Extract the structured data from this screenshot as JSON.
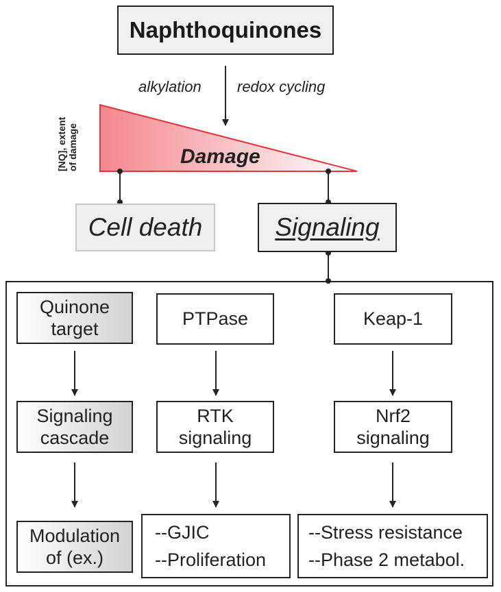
{
  "title": "Naphthoquinones",
  "mechanisms": {
    "left": "alkylation",
    "right": "redox cycling"
  },
  "damage": {
    "label": "Damage",
    "axis_line1": "[NQ], extent",
    "axis_line2": "of damage"
  },
  "outcomes": {
    "death": "Cell death",
    "signaling": "Signaling"
  },
  "rows": {
    "row1": {
      "generic_line1": "Quinone",
      "generic_line2": "target",
      "ptpase": "PTPase",
      "keap": "Keap-1"
    },
    "row2": {
      "generic_line1": "Signaling",
      "generic_line2": "cascade",
      "rtk_line1": "RTK",
      "rtk_line2": "signaling",
      "nrf_line1": "Nrf2",
      "nrf_line2": "signaling"
    },
    "row3": {
      "generic_line1": "Modulation",
      "generic_line2": "of (ex.)",
      "rtk_items": [
        "--GJIC",
        "--Proliferation"
      ],
      "nrf_items": [
        "--Stress resistance",
        "--Phase 2 metabol."
      ]
    }
  },
  "colors": {
    "damage_fill_start": "#f4878f",
    "damage_fill_end": "#ffffff",
    "damage_stroke": "#e8323c",
    "line": "#222222"
  }
}
